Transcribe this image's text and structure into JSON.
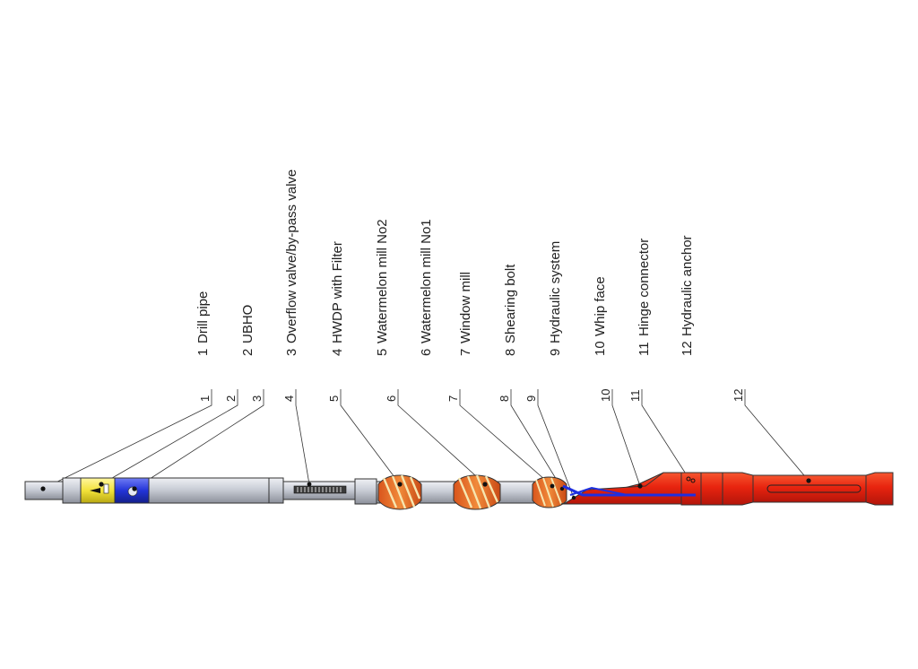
{
  "legend": [
    {
      "num": "1",
      "label": "Drill pipe"
    },
    {
      "num": "2",
      "label": "UBHO"
    },
    {
      "num": "3",
      "label": "Overflow valve/by-pass valve"
    },
    {
      "num": "4",
      "label": "HWDP with Filter"
    },
    {
      "num": "5",
      "label": "Watermelon mill No2"
    },
    {
      "num": "6",
      "label": "Watermelon mill No1"
    },
    {
      "num": "7",
      "label": "Window mill"
    },
    {
      "num": "8",
      "label": "Shearing bolt"
    },
    {
      "num": "9",
      "label": "Hydraulic system"
    },
    {
      "num": "10",
      "label": "Whip face"
    },
    {
      "num": "11",
      "label": "Hinge connector"
    },
    {
      "num": "12",
      "label": "Hydraulic anchor"
    }
  ],
  "colors": {
    "pipe_gray": "#c9cdd6",
    "ubho_yellow": "#f2e23a",
    "valve_blue": "#2334d8",
    "mill_orange": "#e8702a",
    "mill_cream": "#f6e6b0",
    "whip_red": "#e8240f",
    "hydraulic_line_blue": "#1e2fe0"
  }
}
